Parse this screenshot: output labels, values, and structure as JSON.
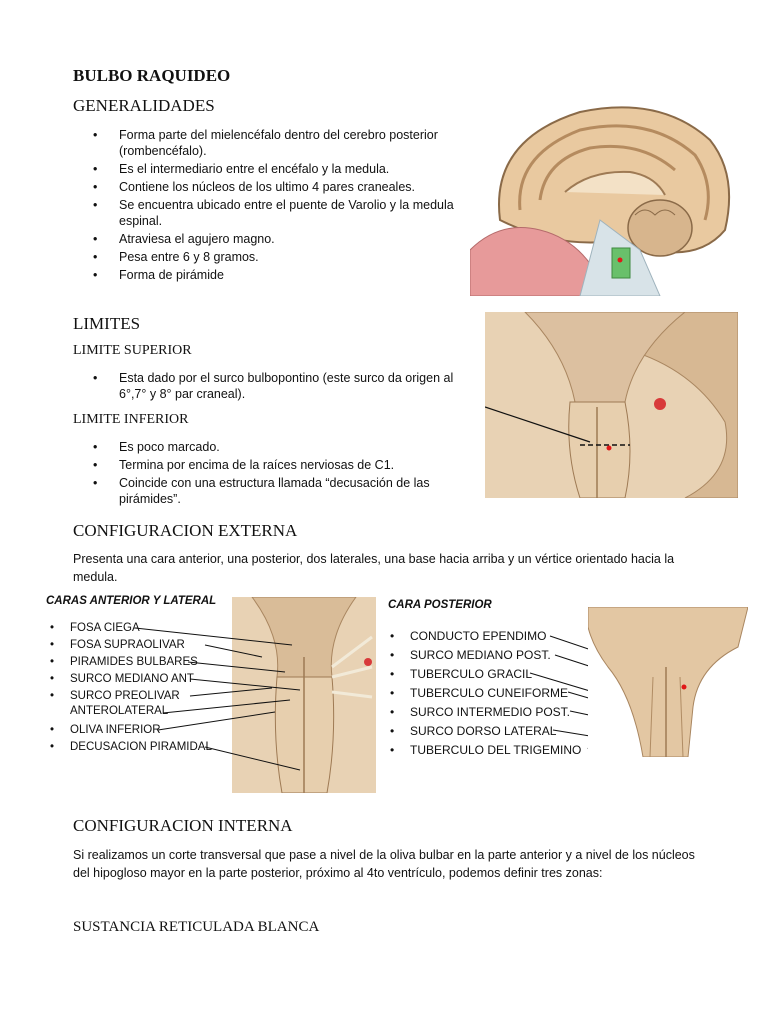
{
  "title": "BULBO RAQUIDEO",
  "generalidades": {
    "heading": "GENERALIDADES",
    "items": [
      "Forma parte del mielencéfalo dentro del cerebro posterior (rombencéfalo).",
      "Es el intermediario entre el encéfalo y la medula.",
      "Contiene los núcleos de los ultimo 4 pares craneales.",
      "Se encuentra ubicado entre el puente de Varolio y la medula espinal.",
      "Atraviesa el agujero magno.",
      "Pesa entre 6 y 8 gramos.",
      "Forma de pirámide"
    ]
  },
  "limites": {
    "heading": "LIMITES",
    "superior": {
      "heading": "LIMITE SUPERIOR",
      "items": [
        "Esta dado por el surco bulbopontino (este surco da origen al 6°,7° y 8° par craneal)."
      ]
    },
    "inferior": {
      "heading": "LIMITE INFERIOR",
      "items": [
        "Es poco marcado.",
        "Termina por encima de la raíces nerviosas de C1.",
        "Coincide con una estructura llamada “decusación de las pirámides”."
      ]
    }
  },
  "config_externa": {
    "heading": "CONFIGURACION EXTERNA",
    "text": "Presenta una cara anterior, una posterior, dos laterales, una base hacia arriba y un vértice orientado hacia la medula."
  },
  "caras_anterior": {
    "caption": "CARAS ANTERIOR Y LATERAL",
    "labels": [
      "FOSA CIEGA",
      "FOSA SUPRAOLIVAR",
      "PIRAMIDES BULBARES",
      "SURCO MEDIANO ANT",
      "SURCO PREOLIVAR",
      "OLIVA INFERIOR",
      "DECUSACION PIRAMIDAL"
    ],
    "extra_line": "ANTEROLATERAL"
  },
  "cara_posterior": {
    "caption": "CARA POSTERIOR",
    "labels": [
      "CONDUCTO EPENDIMO",
      "SURCO MEDIANO POST.",
      "TUBERCULO GRACIL",
      "TUBERCULO CUNEIFORME",
      "SURCO INTERMEDIO POST.",
      "SURCO DORSO LATERAL",
      "TUBERCULO DEL TRIGEMINO"
    ]
  },
  "config_interna": {
    "heading": "CONFIGURACION INTERNA",
    "text": "Si realizamos un corte transversal que pase a nivel de la oliva bulbar en la parte anterior y a nivel de los núcleos del hipogloso mayor en la parte posterior, próximo al 4to ventrículo, podemos definir tres zonas:"
  },
  "sustancia": {
    "heading": "SUSTANCIA RETICULADA BLANCA"
  }
}
